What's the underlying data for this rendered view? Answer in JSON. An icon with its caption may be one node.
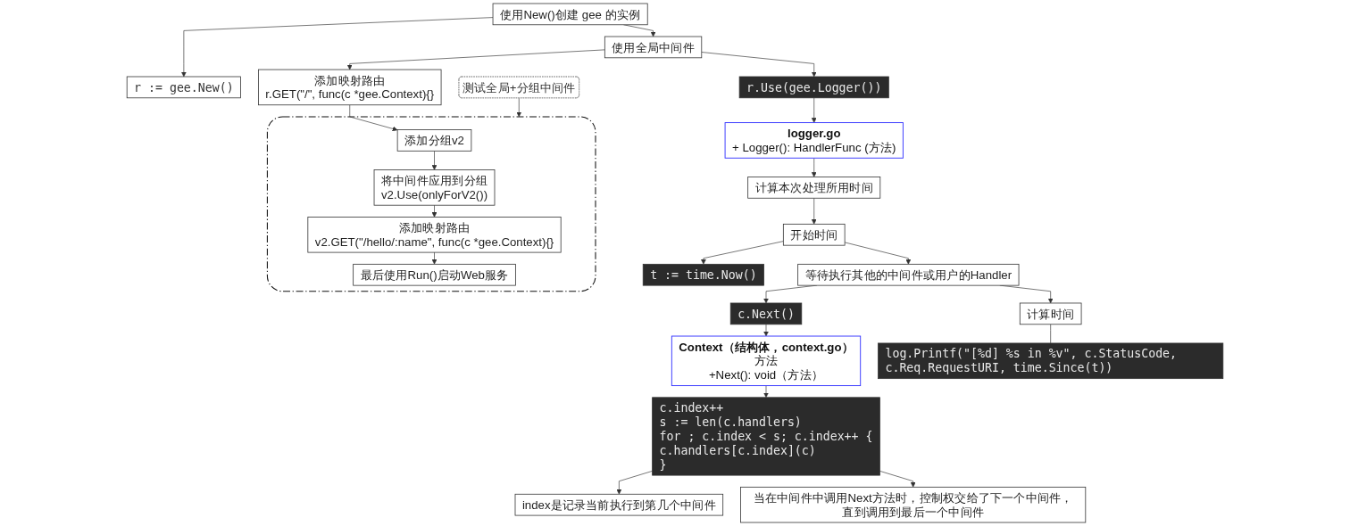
{
  "diagram": {
    "nodes": [
      {
        "text": [
          "使用New()创建 gee 的实例"
        ]
      },
      {
        "text": [
          "r := gee.New()"
        ]
      },
      {
        "text": [
          "使用全局中间件"
        ]
      },
      {
        "text": [
          "r.Use(gee.Logger())"
        ]
      },
      {
        "text": [
          "logger.go",
          "+ Logger(): HandlerFunc (方法)"
        ]
      },
      {
        "text": [
          "计算本次处理所用时间"
        ]
      },
      {
        "text": [
          "开始时间"
        ]
      },
      {
        "text": [
          "t := time.Now()"
        ]
      },
      {
        "text": [
          "等待执行其他的中间件或用户的Handler"
        ]
      },
      {
        "text": [
          "c.Next()"
        ]
      },
      {
        "text": [
          "Context（结构体，context.go）",
          "方法",
          "+Next(): void（方法）"
        ]
      },
      {
        "text": [
          "c.index++",
          "s := len(c.handlers)",
          "for ; c.index < s; c.index++ {",
          "c.handlers[c.index](c)",
          "}"
        ]
      },
      {
        "text": [
          "index是记录当前执行到第几个中间件"
        ]
      },
      {
        "text": [
          "当在中间件中调用Next方法时，控制权交给了下一个中间件，直到调用到最后一个中间件"
        ]
      },
      {
        "text": [
          "计算时间"
        ]
      },
      {
        "text": [
          "log.Printf(\"[%d] %s in %v\", c.StatusCode, c.Req.RequestURI, time.Since(t))"
        ]
      },
      {
        "text": [
          "添加映射路由",
          "r.GET(\"/\", func(c *gee.Context){}"
        ]
      },
      {
        "text": [],
        "shape": "box"
      },
      {
        "text": [
          "添加分组v2"
        ],
        "in": 17
      },
      {
        "text": [
          "将中间件应用到分组",
          "v2.Use(onlyForV2())"
        ],
        "in": 17
      },
      {
        "text": [
          "添加映射路由",
          "v2.GET(\"/hello/:name\", func(c *gee.Context){}"
        ],
        "in": 17
      },
      {
        "text": [
          "最后使用Run()启动Web服务"
        ],
        "in": 17
      },
      {
        "text": [
          "测试全局+分组中间件"
        ]
      }
    ],
    "edges": [
      {
        "from": 0,
        "to": 1,
        "arrow": "to"
      },
      {
        "from": 0,
        "to": 2,
        "arrow": "to"
      },
      {
        "from": 2,
        "to": 3,
        "arrow": "to"
      },
      {
        "from": 3,
        "to": 4,
        "arrow": "to"
      },
      {
        "from": 4,
        "to": 5,
        "arrow": "to"
      },
      {
        "from": 5,
        "to": 6,
        "arrow": "to"
      },
      {
        "from": 6,
        "to": 7,
        "arrow": "to"
      },
      {
        "from": 6,
        "to": 8,
        "arrow": "to"
      },
      {
        "from": 8,
        "to": 9,
        "arrow": "to"
      },
      {
        "from": 9,
        "to": 10,
        "arrow": "to"
      },
      {
        "from": 10,
        "to": 11,
        "arrow": "to"
      },
      {
        "from": 11,
        "to": 12,
        "arrow": "to"
      },
      {
        "from": 11,
        "to": 13,
        "arrow": "to"
      },
      {
        "from": 8,
        "to": 14,
        "arrow": "to"
      },
      {
        "from": 14,
        "to": 15,
        "arrow": "none"
      },
      {
        "from": 2,
        "to": 16,
        "arrow": "to"
      },
      {
        "from": 16,
        "to": 18,
        "arrow": "to"
      },
      {
        "from": 18,
        "to": 19,
        "arrow": "to"
      },
      {
        "from": 19,
        "to": 20,
        "arrow": "to"
      },
      {
        "from": 20,
        "to": 21,
        "arrow": "to"
      },
      {
        "from": 22,
        "to": 17,
        "arrow": "to"
      }
    ]
  }
}
